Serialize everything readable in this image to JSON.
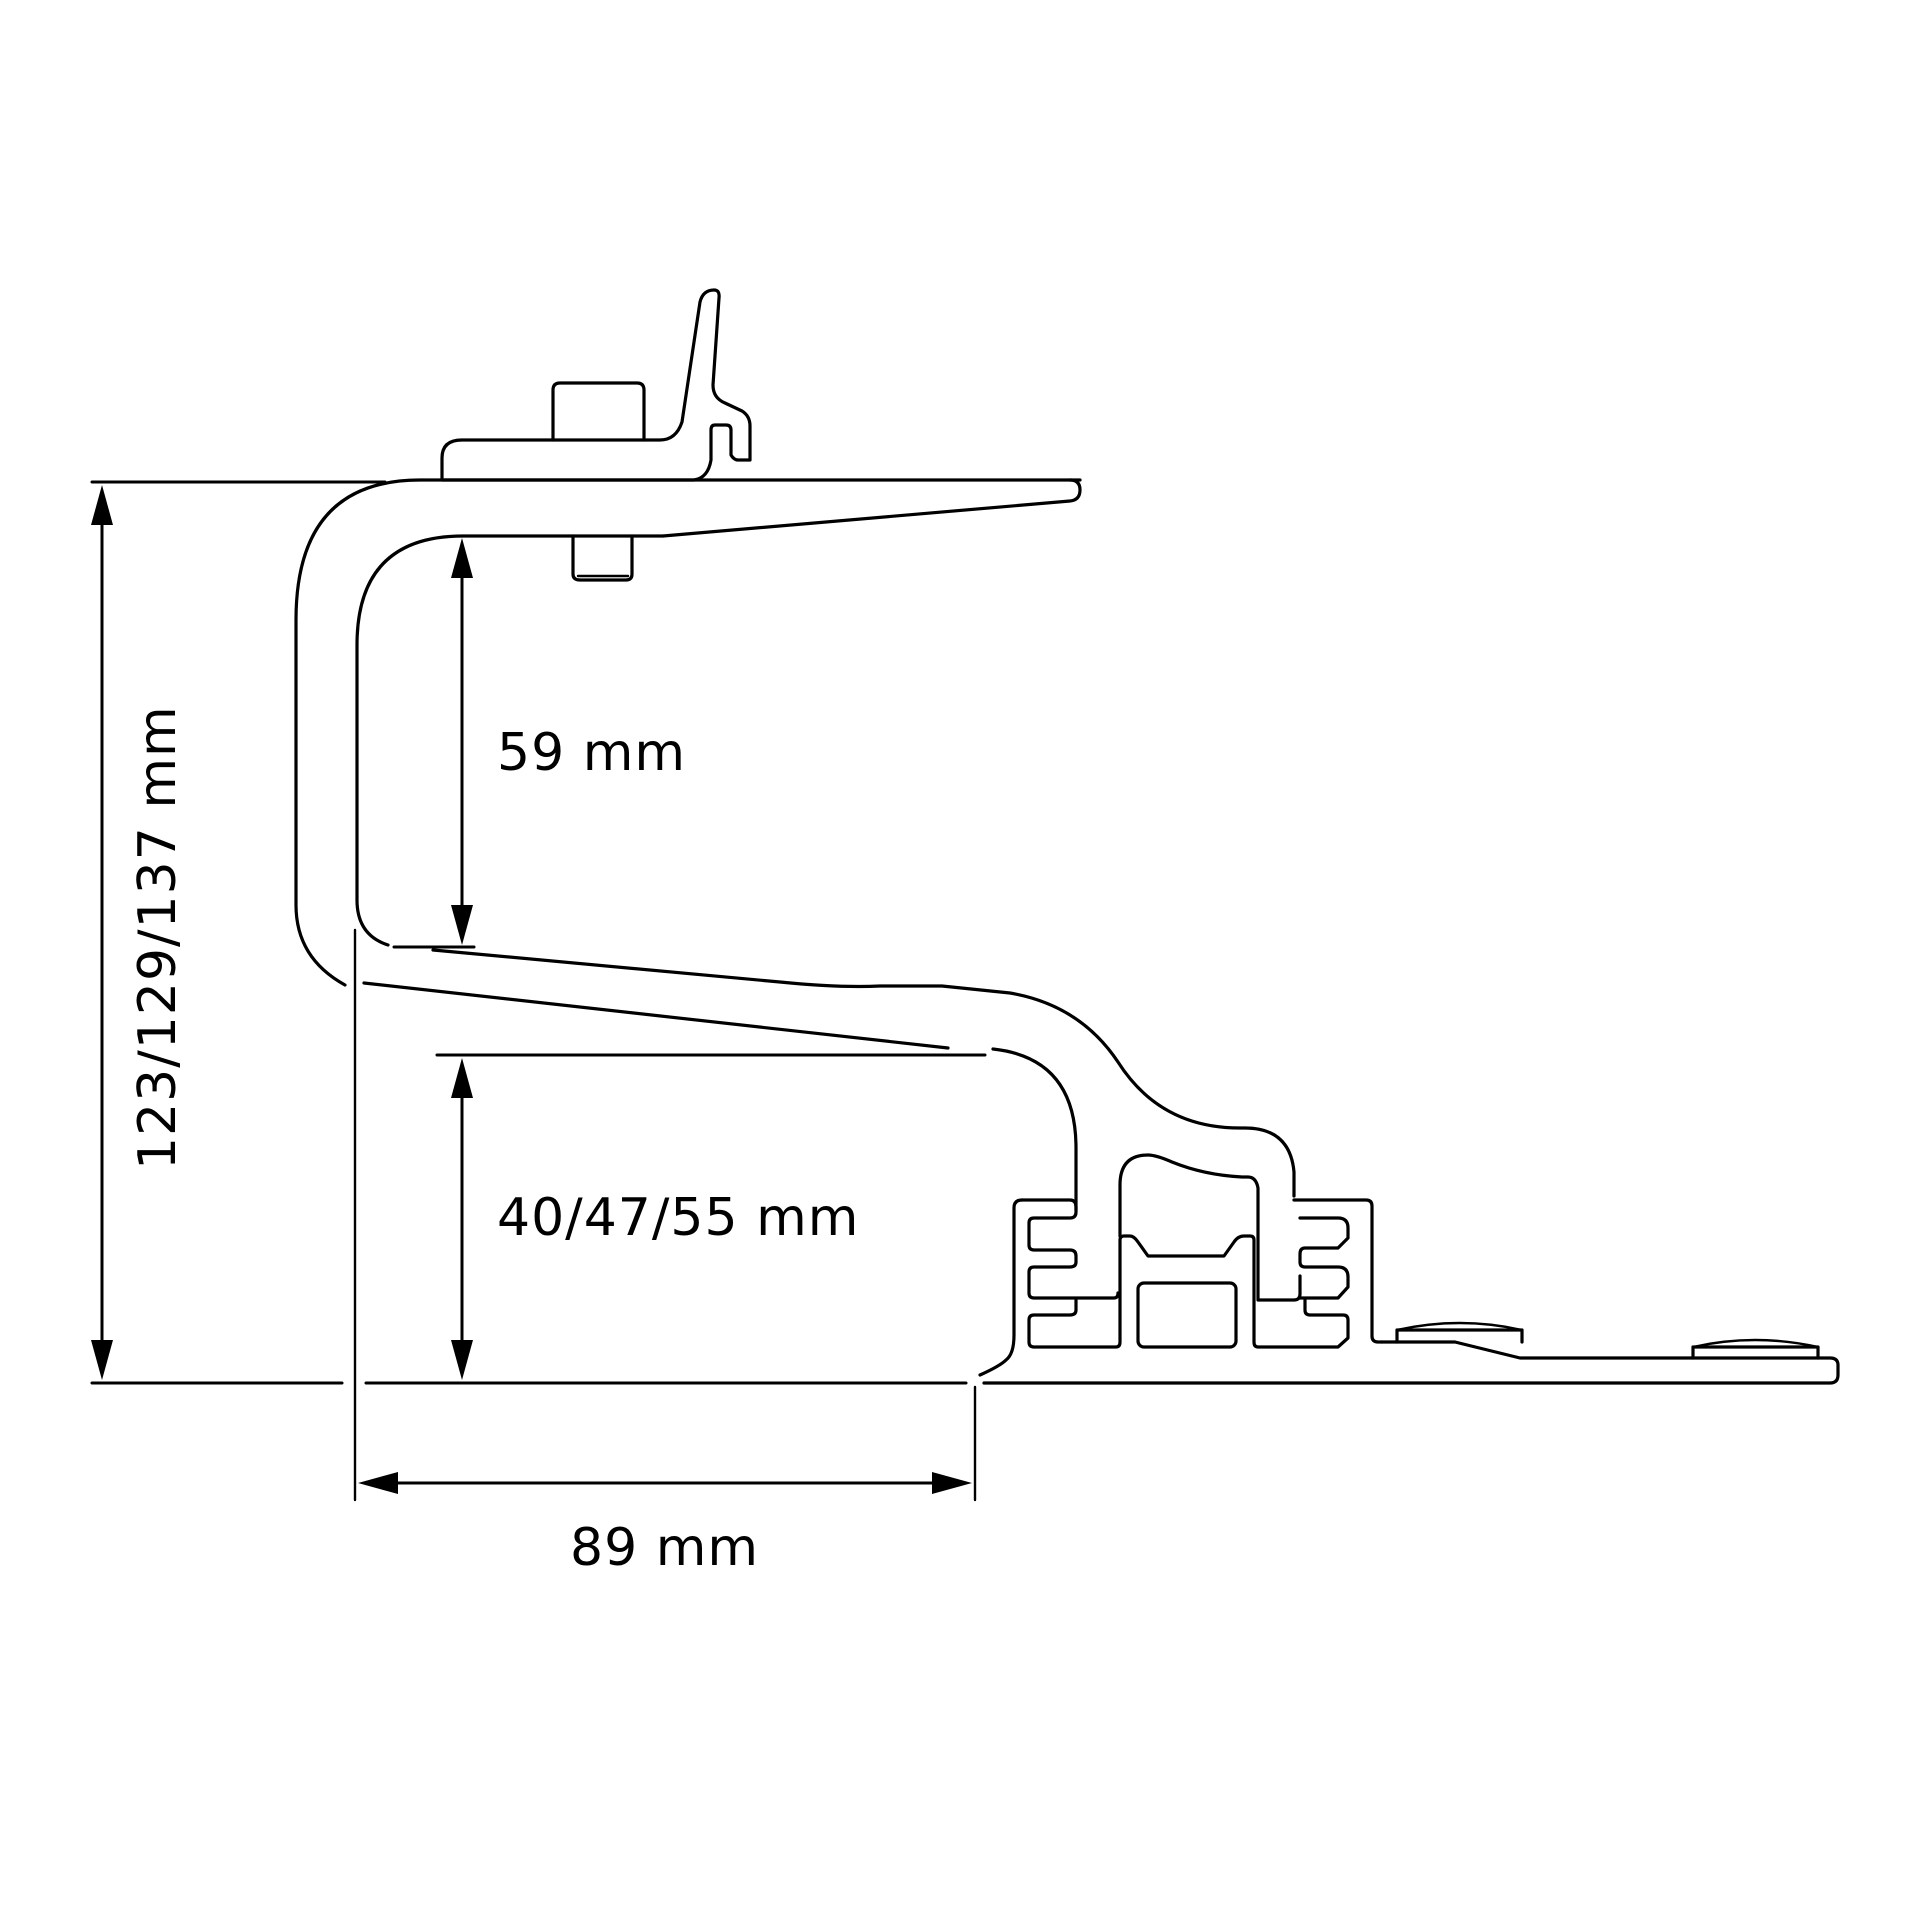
{
  "drawing": {
    "subject": "solar mounting bracket profile cross-section",
    "stroke_color": "#000000",
    "background_color": "#ffffff"
  },
  "dimensions": {
    "total_height": {
      "label": "123/129/137 mm",
      "values_mm": [
        123,
        129,
        137
      ],
      "orientation": "vertical"
    },
    "upper_clearance": {
      "label": "59 mm",
      "values_mm": [
        59
      ],
      "orientation": "vertical"
    },
    "lower_height": {
      "label": "40/47/55 mm",
      "values_mm": [
        40,
        47,
        55
      ],
      "orientation": "vertical"
    },
    "horizontal_offset": {
      "label": "89 mm",
      "values_mm": [
        89
      ],
      "orientation": "horizontal"
    }
  }
}
